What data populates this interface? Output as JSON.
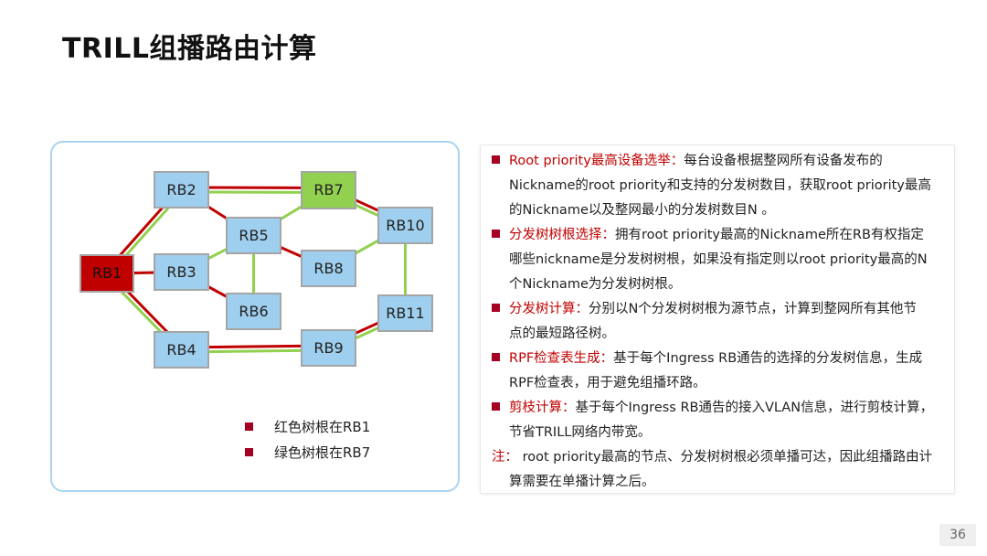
{
  "title": "TRILL组播路由计算",
  "diagram": {
    "nodes": [
      {
        "id": "RB1",
        "label": "RB1",
        "fill": "#c00000"
      },
      {
        "id": "RB2",
        "label": "RB2",
        "fill": "#9fcfee"
      },
      {
        "id": "RB3",
        "label": "RB3",
        "fill": "#9fcfee"
      },
      {
        "id": "RB4",
        "label": "RB4",
        "fill": "#9fcfee"
      },
      {
        "id": "RB5",
        "label": "RB5",
        "fill": "#9fcfee"
      },
      {
        "id": "RB6",
        "label": "RB6",
        "fill": "#9fcfee"
      },
      {
        "id": "RB7",
        "label": "RB7",
        "fill": "#92d050"
      },
      {
        "id": "RB8",
        "label": "RB8",
        "fill": "#9fcfee"
      },
      {
        "id": "RB9",
        "label": "RB9",
        "fill": "#9fcfee"
      },
      {
        "id": "RB10",
        "label": "RB10",
        "fill": "#9fcfee"
      },
      {
        "id": "RB11",
        "label": "RB11",
        "fill": "#9fcfee"
      }
    ],
    "links": [
      {
        "from": "RB1",
        "to": "RB2",
        "colors": [
          "red",
          "green"
        ]
      },
      {
        "from": "RB1",
        "to": "RB3",
        "colors": [
          "red"
        ]
      },
      {
        "from": "RB1",
        "to": "RB4",
        "colors": [
          "red",
          "green"
        ]
      },
      {
        "from": "RB2",
        "to": "RB7",
        "colors": [
          "red",
          "green"
        ]
      },
      {
        "from": "RB2",
        "to": "RB5",
        "colors": [
          "red"
        ]
      },
      {
        "from": "RB3",
        "to": "RB5",
        "colors": [
          "green"
        ]
      },
      {
        "from": "RB3",
        "to": "RB6",
        "colors": [
          "red"
        ]
      },
      {
        "from": "RB5",
        "to": "RB7",
        "colors": [
          "green"
        ]
      },
      {
        "from": "RB5",
        "to": "RB8",
        "colors": [
          "red"
        ]
      },
      {
        "from": "RB5",
        "to": "RB6",
        "colors": [
          "green"
        ]
      },
      {
        "from": "RB7",
        "to": "RB10",
        "colors": [
          "red",
          "green"
        ]
      },
      {
        "from": "RB8",
        "to": "RB10",
        "colors": [
          "green"
        ]
      },
      {
        "from": "RB10",
        "to": "RB11",
        "colors": [
          "green"
        ]
      },
      {
        "from": "RB4",
        "to": "RB9",
        "colors": [
          "red",
          "green"
        ]
      },
      {
        "from": "RB9",
        "to": "RB11",
        "colors": [
          "red",
          "green"
        ]
      }
    ],
    "colors": {
      "red": "#c00000",
      "green": "#92d050"
    },
    "legend": [
      {
        "label": "红色树根在RB1"
      },
      {
        "label": "绿色树根在RB7"
      }
    ]
  },
  "bullets": [
    {
      "head": "Root priority最高设备选举：",
      "lines": [
        "每台设备根据整网所有设备发布的",
        "Nickname的root priority和支持的分发树数目，获取root priority最高",
        "的Nickname以及整网最小的分发树数目N 。"
      ]
    },
    {
      "head": "分发树树根选择：",
      "lines": [
        "拥有root priority最高的Nickname所在RB有权指定",
        "哪些nickname是分发树树根，如果没有指定则以root priority最高的N",
        "个Nickname为分发树树根。"
      ]
    },
    {
      "head": "分发树计算：",
      "lines": [
        "分别以N个分发树树根为源节点，计算到整网所有其他节",
        "点的最短路径树。"
      ]
    },
    {
      "head": "RPF检查表生成：",
      "lines": [
        "基于每个Ingress RB通告的选择的分发树信息，生成",
        "RPF检查表，用于避免组播环路。"
      ]
    },
    {
      "head": "剪枝计算：",
      "lines": [
        "基于每个Ingress RB通告的接入VLAN信息，进行剪枝计算，",
        "节省TRILL网络内带宽。"
      ]
    }
  ],
  "note": {
    "head": "注：",
    "lines": [
      " root priority最高的节点、分发树树根必须单播可达，因此组播路由计",
      "算需要在单播计算之后。"
    ]
  },
  "page_number": "36"
}
